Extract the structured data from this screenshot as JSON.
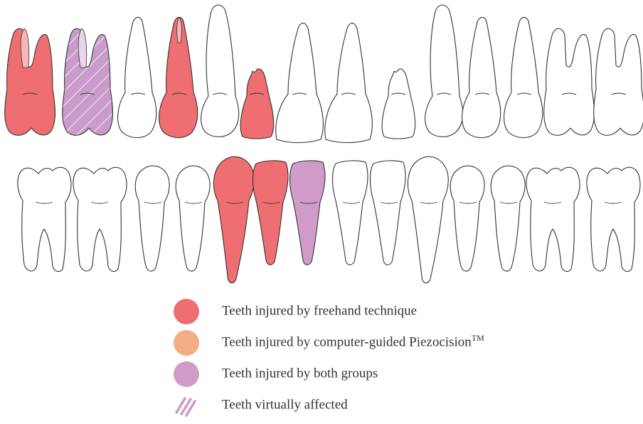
{
  "colors": {
    "freehand": "#EE6E72",
    "piezocision": "#F3AD84",
    "both": "#D09AC9",
    "virtual_stripe": "#C99BCA",
    "outline": "#333333",
    "background": "#FFFFFF"
  },
  "teeth": {
    "upper": [
      {
        "shape": "molar-upper",
        "status": "freehand"
      },
      {
        "shape": "molar-upper",
        "status": "both-virtual"
      },
      {
        "shape": "premolar-upper",
        "status": "none"
      },
      {
        "shape": "premolar-upper",
        "status": "freehand"
      },
      {
        "shape": "canine-upper",
        "status": "none"
      },
      {
        "shape": "lateral-incisor-upper",
        "status": "freehand"
      },
      {
        "shape": "central-incisor-upper",
        "status": "none"
      },
      {
        "shape": "central-incisor-upper",
        "status": "none"
      },
      {
        "shape": "lateral-incisor-upper",
        "status": "none"
      },
      {
        "shape": "canine-upper",
        "status": "none"
      },
      {
        "shape": "premolar-upper",
        "status": "none"
      },
      {
        "shape": "premolar-upper",
        "status": "none"
      },
      {
        "shape": "molar-upper",
        "status": "none"
      },
      {
        "shape": "molar-upper",
        "status": "none"
      }
    ],
    "lower": [
      {
        "shape": "molar-lower",
        "status": "none"
      },
      {
        "shape": "molar-lower",
        "status": "none"
      },
      {
        "shape": "premolar-lower",
        "status": "none"
      },
      {
        "shape": "premolar-lower",
        "status": "none"
      },
      {
        "shape": "canine-lower",
        "status": "freehand"
      },
      {
        "shape": "incisor-lower",
        "status": "freehand"
      },
      {
        "shape": "incisor-lower",
        "status": "both"
      },
      {
        "shape": "incisor-lower",
        "status": "none"
      },
      {
        "shape": "incisor-lower",
        "status": "none"
      },
      {
        "shape": "canine-lower",
        "status": "none"
      },
      {
        "shape": "premolar-lower",
        "status": "none"
      },
      {
        "shape": "premolar-lower",
        "status": "none"
      },
      {
        "shape": "molar-lower",
        "status": "none"
      },
      {
        "shape": "molar-lower",
        "status": "none"
      }
    ]
  },
  "legend": [
    {
      "key": "freehand",
      "text": "Teeth injured by freehand technique",
      "superscript": ""
    },
    {
      "key": "piezocision",
      "text": "Teeth injured by computer-guided Piezocision",
      "superscript": "TM"
    },
    {
      "key": "both",
      "text": "Teeth injured by both groups",
      "superscript": ""
    },
    {
      "key": "virtual",
      "text": "Teeth virtually affected",
      "superscript": ""
    }
  ]
}
